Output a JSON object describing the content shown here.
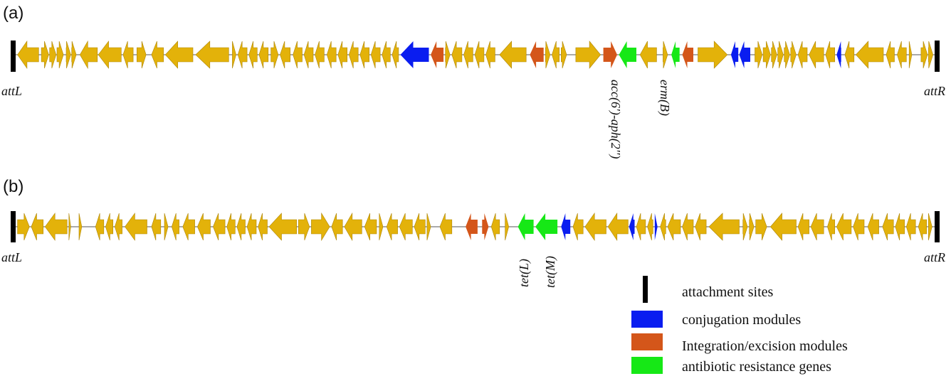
{
  "colors": {
    "other": "#E3B20A",
    "other_stroke": "#B08708",
    "conjugation": "#0A1DF0",
    "integration": "#D4561A",
    "resistance": "#16E816",
    "backbone": "#555555",
    "site": "#000000"
  },
  "panels": [
    {
      "id": "a",
      "label": "(a)",
      "left_site": "attL",
      "right_site": "attR",
      "gene_labels": [
        {
          "text": "acc(6')-aph(2'')",
          "at": 0.652
        },
        {
          "text": "erm(B)",
          "at": 0.707
        }
      ],
      "genes": [
        {
          "s": 0.002,
          "e": 0.025,
          "d": -1,
          "t": "o"
        },
        {
          "s": 0.028,
          "e": 0.036,
          "d": 1,
          "t": "o"
        },
        {
          "s": 0.037,
          "e": 0.044,
          "d": 1,
          "t": "o"
        },
        {
          "s": 0.045,
          "e": 0.052,
          "d": 1,
          "t": "o"
        },
        {
          "s": 0.055,
          "e": 0.06,
          "d": 1,
          "t": "o"
        },
        {
          "s": 0.061,
          "e": 0.066,
          "d": 1,
          "t": "o"
        },
        {
          "s": 0.07,
          "e": 0.089,
          "d": -1,
          "t": "o"
        },
        {
          "s": 0.09,
          "e": 0.115,
          "d": -1,
          "t": "o"
        },
        {
          "s": 0.117,
          "e": 0.128,
          "d": -1,
          "t": "o"
        },
        {
          "s": 0.132,
          "e": 0.142,
          "d": 1,
          "t": "o"
        },
        {
          "s": 0.148,
          "e": 0.161,
          "d": -1,
          "t": "o"
        },
        {
          "s": 0.163,
          "e": 0.193,
          "d": -1,
          "t": "o"
        },
        {
          "s": 0.196,
          "e": 0.232,
          "d": -1,
          "t": "o"
        },
        {
          "s": 0.236,
          "e": 0.24,
          "d": 1,
          "t": "o"
        },
        {
          "s": 0.242,
          "e": 0.252,
          "d": -1,
          "t": "o"
        },
        {
          "s": 0.254,
          "e": 0.263,
          "d": -1,
          "t": "o"
        },
        {
          "s": 0.265,
          "e": 0.275,
          "d": -1,
          "t": "o"
        },
        {
          "s": 0.278,
          "e": 0.286,
          "d": 1,
          "t": "o"
        },
        {
          "s": 0.288,
          "e": 0.299,
          "d": -1,
          "t": "o"
        },
        {
          "s": 0.302,
          "e": 0.312,
          "d": -1,
          "t": "o"
        },
        {
          "s": 0.314,
          "e": 0.324,
          "d": -1,
          "t": "o"
        },
        {
          "s": 0.326,
          "e": 0.336,
          "d": -1,
          "t": "o"
        },
        {
          "s": 0.339,
          "e": 0.349,
          "d": -1,
          "t": "o"
        },
        {
          "s": 0.351,
          "e": 0.361,
          "d": -1,
          "t": "o"
        },
        {
          "s": 0.363,
          "e": 0.373,
          "d": -1,
          "t": "o"
        },
        {
          "s": 0.375,
          "e": 0.385,
          "d": -1,
          "t": "o"
        },
        {
          "s": 0.387,
          "e": 0.397,
          "d": -1,
          "t": "o"
        },
        {
          "s": 0.399,
          "e": 0.408,
          "d": -1,
          "t": "o"
        },
        {
          "s": 0.41,
          "e": 0.417,
          "d": -1,
          "t": "o"
        },
        {
          "s": 0.419,
          "e": 0.45,
          "d": -1,
          "t": "c"
        },
        {
          "s": 0.452,
          "e": 0.466,
          "d": -1,
          "t": "i"
        },
        {
          "s": 0.468,
          "e": 0.473,
          "d": 1,
          "t": "o"
        },
        {
          "s": 0.475,
          "e": 0.486,
          "d": -1,
          "t": "o"
        },
        {
          "s": 0.488,
          "e": 0.498,
          "d": -1,
          "t": "o"
        },
        {
          "s": 0.5,
          "e": 0.51,
          "d": -1,
          "t": "o"
        },
        {
          "s": 0.512,
          "e": 0.522,
          "d": -1,
          "t": "o"
        },
        {
          "s": 0.527,
          "e": 0.556,
          "d": -1,
          "t": "o"
        },
        {
          "s": 0.56,
          "e": 0.575,
          "d": -1,
          "t": "i"
        },
        {
          "s": 0.577,
          "e": 0.582,
          "d": 1,
          "t": "o"
        },
        {
          "s": 0.584,
          "e": 0.592,
          "d": -1,
          "t": "o"
        },
        {
          "s": 0.594,
          "e": 0.6,
          "d": 1,
          "t": "o"
        },
        {
          "s": 0.61,
          "e": 0.637,
          "d": 1,
          "t": "o"
        },
        {
          "s": 0.64,
          "e": 0.655,
          "d": 1,
          "t": "i"
        },
        {
          "s": 0.657,
          "e": 0.676,
          "d": -1,
          "t": "r"
        },
        {
          "s": 0.68,
          "e": 0.698,
          "d": -1,
          "t": "o"
        },
        {
          "s": 0.705,
          "e": 0.71,
          "d": 1,
          "t": "o"
        },
        {
          "s": 0.714,
          "e": 0.723,
          "d": -1,
          "t": "r"
        },
        {
          "s": 0.726,
          "e": 0.738,
          "d": -1,
          "t": "i"
        },
        {
          "s": 0.743,
          "e": 0.775,
          "d": 1,
          "t": "o"
        },
        {
          "s": 0.779,
          "e": 0.787,
          "d": -1,
          "t": "c"
        },
        {
          "s": 0.788,
          "e": 0.8,
          "d": -1,
          "t": "c"
        },
        {
          "s": 0.805,
          "e": 0.813,
          "d": 1,
          "t": "o"
        },
        {
          "s": 0.814,
          "e": 0.822,
          "d": 1,
          "t": "o"
        },
        {
          "s": 0.823,
          "e": 0.829,
          "d": 1,
          "t": "o"
        },
        {
          "s": 0.83,
          "e": 0.836,
          "d": 1,
          "t": "o"
        },
        {
          "s": 0.837,
          "e": 0.843,
          "d": 1,
          "t": "o"
        },
        {
          "s": 0.844,
          "e": 0.85,
          "d": 1,
          "t": "o"
        },
        {
          "s": 0.852,
          "e": 0.862,
          "d": -1,
          "t": "o"
        },
        {
          "s": 0.864,
          "e": 0.88,
          "d": -1,
          "t": "o"
        },
        {
          "s": 0.882,
          "e": 0.892,
          "d": -1,
          "t": "o"
        },
        {
          "s": 0.894,
          "e": 0.899,
          "d": -1,
          "t": "c"
        },
        {
          "s": 0.903,
          "e": 0.913,
          "d": -1,
          "t": "o"
        },
        {
          "s": 0.915,
          "e": 0.945,
          "d": -1,
          "t": "o"
        },
        {
          "s": 0.948,
          "e": 0.957,
          "d": -1,
          "t": "o"
        },
        {
          "s": 0.96,
          "e": 0.97,
          "d": -1,
          "t": "o"
        },
        {
          "s": 0.973,
          "e": 0.976,
          "d": 1,
          "t": "o"
        },
        {
          "s": 0.986,
          "e": 0.993,
          "d": 1,
          "t": "o"
        },
        {
          "s": 0.994,
          "e": 0.999,
          "d": 1,
          "t": "o"
        }
      ]
    },
    {
      "id": "b",
      "label": "(b)",
      "left_site": "attL",
      "right_site": "attR",
      "gene_labels": [
        {
          "text": "tet(L)",
          "at": 0.563
        },
        {
          "text": "tet(M)",
          "at": 0.587
        }
      ],
      "genes": [
        {
          "s": 0.002,
          "e": 0.015,
          "d": 1,
          "t": "o"
        },
        {
          "s": 0.017,
          "e": 0.03,
          "d": -1,
          "t": "o"
        },
        {
          "s": 0.032,
          "e": 0.056,
          "d": -1,
          "t": "o"
        },
        {
          "s": 0.058,
          "e": 0.06,
          "d": 1,
          "t": "o"
        },
        {
          "s": 0.069,
          "e": 0.072,
          "d": 1,
          "t": "o"
        },
        {
          "s": 0.087,
          "e": 0.096,
          "d": -1,
          "t": "o"
        },
        {
          "s": 0.098,
          "e": 0.106,
          "d": -1,
          "t": "o"
        },
        {
          "s": 0.108,
          "e": 0.116,
          "d": -1,
          "t": "o"
        },
        {
          "s": 0.119,
          "e": 0.143,
          "d": -1,
          "t": "o"
        },
        {
          "s": 0.148,
          "e": 0.158,
          "d": -1,
          "t": "o"
        },
        {
          "s": 0.162,
          "e": 0.166,
          "d": 1,
          "t": "o"
        },
        {
          "s": 0.17,
          "e": 0.178,
          "d": -1,
          "t": "o"
        },
        {
          "s": 0.182,
          "e": 0.195,
          "d": -1,
          "t": "o"
        },
        {
          "s": 0.198,
          "e": 0.212,
          "d": -1,
          "t": "o"
        },
        {
          "s": 0.215,
          "e": 0.228,
          "d": -1,
          "t": "o"
        },
        {
          "s": 0.23,
          "e": 0.239,
          "d": -1,
          "t": "o"
        },
        {
          "s": 0.241,
          "e": 0.25,
          "d": -1,
          "t": "o"
        },
        {
          "s": 0.252,
          "e": 0.262,
          "d": -1,
          "t": "o"
        },
        {
          "s": 0.264,
          "e": 0.274,
          "d": -1,
          "t": "o"
        },
        {
          "s": 0.276,
          "e": 0.306,
          "d": -1,
          "t": "o"
        },
        {
          "s": 0.308,
          "e": 0.32,
          "d": 1,
          "t": "o"
        },
        {
          "s": 0.322,
          "e": 0.342,
          "d": 1,
          "t": "o"
        },
        {
          "s": 0.344,
          "e": 0.356,
          "d": -1,
          "t": "o"
        },
        {
          "s": 0.358,
          "e": 0.377,
          "d": -1,
          "t": "o"
        },
        {
          "s": 0.38,
          "e": 0.393,
          "d": -1,
          "t": "o"
        },
        {
          "s": 0.396,
          "e": 0.4,
          "d": 1,
          "t": "o"
        },
        {
          "s": 0.404,
          "e": 0.416,
          "d": -1,
          "t": "o"
        },
        {
          "s": 0.418,
          "e": 0.432,
          "d": -1,
          "t": "o"
        },
        {
          "s": 0.434,
          "e": 0.446,
          "d": -1,
          "t": "o"
        },
        {
          "s": 0.448,
          "e": 0.452,
          "d": 1,
          "t": "o"
        },
        {
          "s": 0.462,
          "e": 0.475,
          "d": -1,
          "t": "o"
        },
        {
          "s": 0.49,
          "e": 0.503,
          "d": -1,
          "t": "i"
        },
        {
          "s": 0.508,
          "e": 0.515,
          "d": 1,
          "t": "i"
        },
        {
          "s": 0.518,
          "e": 0.527,
          "d": -1,
          "t": "o"
        },
        {
          "s": 0.533,
          "e": 0.537,
          "d": 1,
          "t": "o"
        },
        {
          "s": 0.547,
          "e": 0.564,
          "d": -1,
          "t": "r"
        },
        {
          "s": 0.566,
          "e": 0.59,
          "d": -1,
          "t": "r"
        },
        {
          "s": 0.594,
          "e": 0.604,
          "d": -1,
          "t": "c"
        },
        {
          "s": 0.607,
          "e": 0.618,
          "d": -1,
          "t": "o"
        },
        {
          "s": 0.62,
          "e": 0.643,
          "d": -1,
          "t": "o"
        },
        {
          "s": 0.645,
          "e": 0.667,
          "d": -1,
          "t": "o"
        },
        {
          "s": 0.668,
          "e": 0.674,
          "d": -1,
          "t": "c"
        },
        {
          "s": 0.676,
          "e": 0.686,
          "d": -1,
          "t": "o"
        },
        {
          "s": 0.688,
          "e": 0.694,
          "d": -1,
          "t": "o"
        },
        {
          "s": 0.696,
          "e": 0.699,
          "d": 1,
          "t": "c"
        },
        {
          "s": 0.702,
          "e": 0.708,
          "d": -1,
          "t": "o"
        },
        {
          "s": 0.71,
          "e": 0.724,
          "d": -1,
          "t": "o"
        },
        {
          "s": 0.726,
          "e": 0.738,
          "d": -1,
          "t": "o"
        },
        {
          "s": 0.74,
          "e": 0.752,
          "d": -1,
          "t": "o"
        },
        {
          "s": 0.755,
          "e": 0.788,
          "d": -1,
          "t": "o"
        },
        {
          "s": 0.792,
          "e": 0.797,
          "d": 1,
          "t": "o"
        },
        {
          "s": 0.799,
          "e": 0.804,
          "d": 1,
          "t": "o"
        },
        {
          "s": 0.806,
          "e": 0.818,
          "d": 1,
          "t": "o"
        },
        {
          "s": 0.822,
          "e": 0.85,
          "d": -1,
          "t": "o"
        },
        {
          "s": 0.852,
          "e": 0.864,
          "d": -1,
          "t": "o"
        },
        {
          "s": 0.866,
          "e": 0.88,
          "d": -1,
          "t": "o"
        },
        {
          "s": 0.884,
          "e": 0.892,
          "d": -1,
          "t": "o"
        },
        {
          "s": 0.894,
          "e": 0.91,
          "d": -1,
          "t": "o"
        },
        {
          "s": 0.912,
          "e": 0.924,
          "d": -1,
          "t": "o"
        },
        {
          "s": 0.928,
          "e": 0.94,
          "d": -1,
          "t": "o"
        },
        {
          "s": 0.944,
          "e": 0.956,
          "d": -1,
          "t": "o"
        },
        {
          "s": 0.958,
          "e": 0.968,
          "d": -1,
          "t": "o"
        },
        {
          "s": 0.97,
          "e": 0.98,
          "d": -1,
          "t": "o"
        },
        {
          "s": 0.983,
          "e": 0.992,
          "d": -1,
          "t": "o"
        },
        {
          "s": 0.994,
          "e": 0.998,
          "d": 1,
          "t": "o"
        }
      ]
    }
  ],
  "legend": [
    {
      "kind": "site",
      "label": "attachment sites"
    },
    {
      "kind": "conjugation",
      "label": "conjugation modules"
    },
    {
      "kind": "integration",
      "label": "Integration/excision  modules"
    },
    {
      "kind": "resistance",
      "label": "antibiotic resistance genes"
    }
  ]
}
